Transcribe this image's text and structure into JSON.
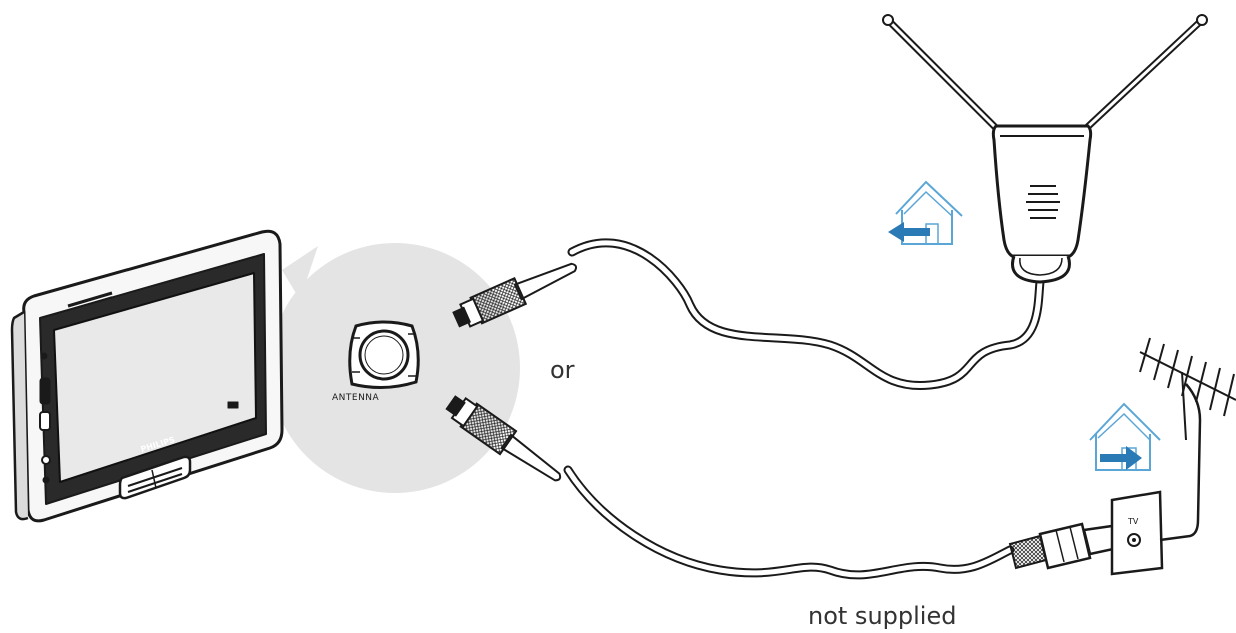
{
  "labels": {
    "or": "or",
    "antenna_port": "ANTENNA",
    "not_supplied": "not supplied",
    "wall_socket": "TV",
    "player_brand": "PHILIPS"
  },
  "icons": {
    "indoor_antenna_indicator": "house-arrow-in-icon",
    "outdoor_antenna_indicator": "house-arrow-out-icon"
  },
  "colors": {
    "line": "#1a1a1a",
    "accent": "#2a7ab5",
    "accent_light": "#5aa6d6",
    "zoom_circle": "#e4e4e4",
    "screen": "#e9e9e9"
  }
}
